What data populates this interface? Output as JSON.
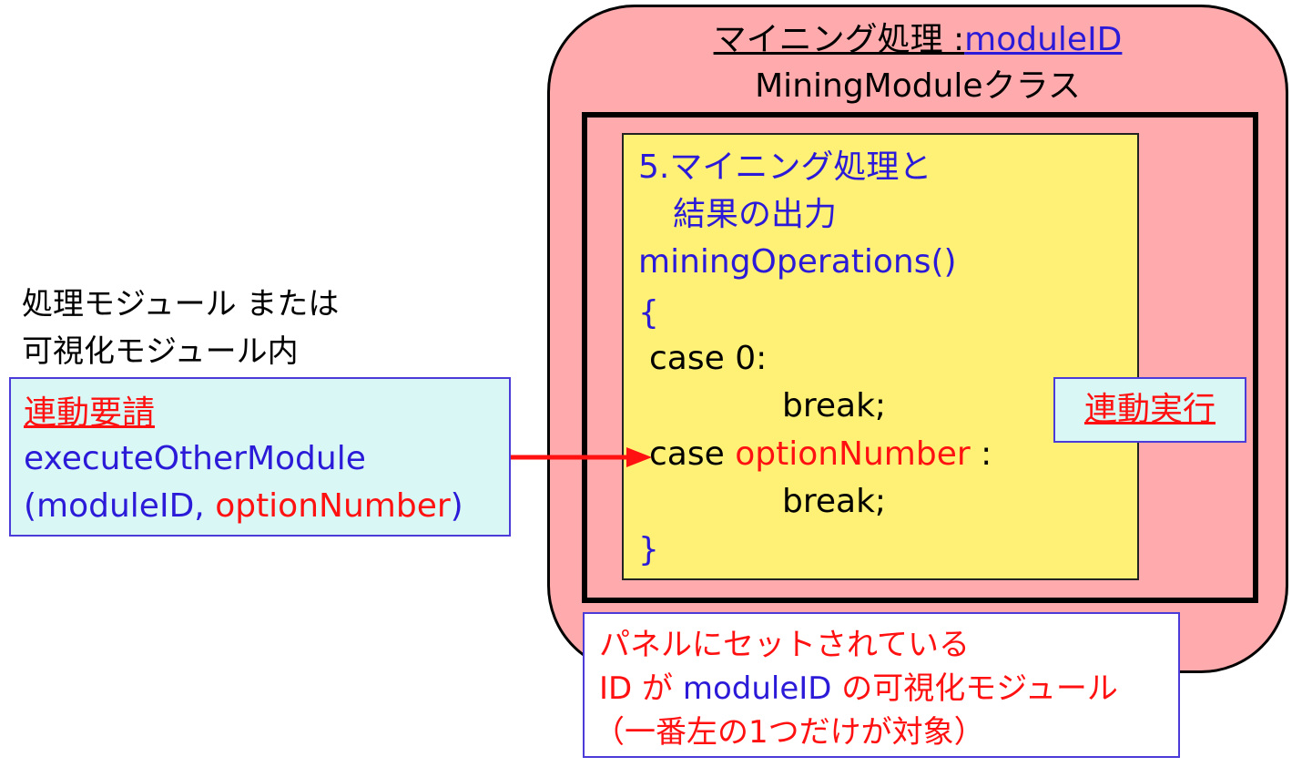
{
  "module": {
    "title_main": "マイニング処理 :",
    "title_module_id": "moduleID",
    "class_name": "MiningModuleクラス"
  },
  "method": {
    "heading_line1": "5.マイニング処理と",
    "heading_line2": "結果の出力",
    "signature": "miningOperations()",
    "open_brace": "{",
    "case0": "case 0:",
    "break1": "break;",
    "case_prefix": "case ",
    "case_option": "optionNumber",
    "case_suffix": " :",
    "break2": "break;",
    "close_brace": "}"
  },
  "execute_label": "連動実行",
  "target_note": {
    "line1": "パネルにセットされている",
    "line2_id": "ID が ",
    "line2_module": "moduleID",
    "line2_rest": " の可視化モジュール",
    "line3": "（一番左の1つだけが対象）"
  },
  "caller": {
    "context_line1": "処理モジュール または",
    "context_line2": "可視化モジュール内",
    "request_title": "連動要請",
    "call_name": "executeOtherModule",
    "call_open": "(moduleID, ",
    "call_option": "optionNumber",
    "call_close": ")"
  },
  "colors": {
    "module_bg": "#ffabad",
    "method_bg": "#fff176",
    "request_bg": "#d8f7f5",
    "blue_text": "#2b1bd8",
    "red_text": "#ff1111",
    "arrow": "#ff1111"
  }
}
